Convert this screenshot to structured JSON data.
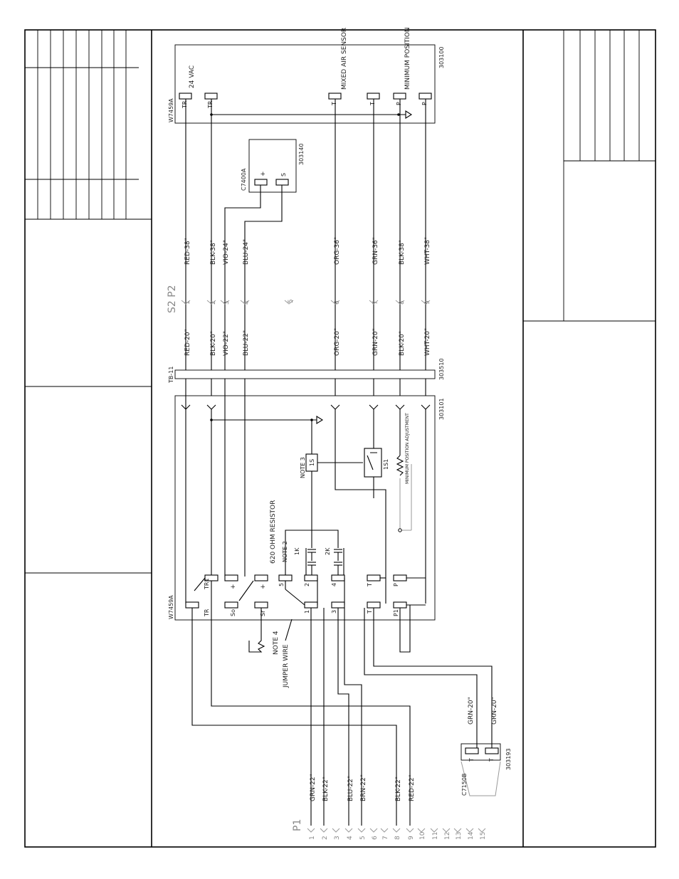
{
  "modules": {
    "top_module": {
      "part": "W7459A",
      "number": "303100",
      "label_24vac": "24 VAC",
      "label_mixed_air": "MIXED AIR SENSOR",
      "label_min_pos": "MINIMUM POSITION"
    },
    "sensor": {
      "part": "C7400A",
      "number": "303140"
    },
    "bottom_module": {
      "part": "W7459A",
      "number": "303101",
      "label_resistor": "620 OHM RESISTOR",
      "label_note2": "NOTE 2",
      "label_note3": "NOTE 3",
      "label_note4": "NOTE 4",
      "label_jumper": "JUMPER WIRE",
      "label_min_adj": "MINIMUM POSITION ADJUSTMENT"
    },
    "terminal_board": {
      "part": "TB-11",
      "number": "303510"
    },
    "sensor_bottom": {
      "part": "C7150B",
      "number": "303193"
    }
  },
  "connectors": {
    "s2p2": "S2 P2",
    "p1": "P1"
  },
  "terminal_labels": {
    "top": [
      "TR",
      "TR",
      "T",
      "T",
      "P",
      "P"
    ],
    "sensor": [
      "+",
      "S"
    ],
    "bottom_upper": [
      "TR1",
      "+",
      "+",
      "5",
      "2",
      "4",
      "T",
      "P"
    ],
    "bottom_lower": [
      "TR",
      "So",
      "Sr",
      "1",
      "3",
      "T",
      "P1"
    ],
    "relay1": "1S",
    "relay2": "1S1",
    "k1": "1K",
    "k2": "2K",
    "sensor_bottom": [
      "T",
      "T"
    ]
  },
  "wires_right": [
    "RED-38\"",
    "BLK-38\"",
    "VIO-24\"",
    "BLU-24\"",
    "ORG-36\"",
    "GRN-36\"",
    "BLK-38\"",
    "WHT-38\""
  ],
  "wires_left": [
    "RED-20\"",
    "BLK-20\"",
    "VIO-22\"",
    "BLU-22\"",
    "ORG-20\"",
    "GRN-20\"",
    "BLK-20\"",
    "WHT-20\""
  ],
  "pins_s2p2": [
    "1",
    "2",
    "3",
    "4",
    "6",
    "7",
    "8",
    "9"
  ],
  "pin_s2p2_5": "5",
  "wires_p1": [
    "GRN-22\"",
    "BLK-22\"",
    "BLU-22\"",
    "BRN-22\"",
    "BLK-22\"",
    "RED-22\""
  ],
  "wires_sensor_bottom": [
    "GRN-20\"",
    "GRN-20\""
  ],
  "pins_p1": [
    "1",
    "2",
    "3",
    "4",
    "5",
    "6",
    "7",
    "8",
    "9",
    "10",
    "11",
    "12",
    "13",
    "14",
    "15"
  ]
}
